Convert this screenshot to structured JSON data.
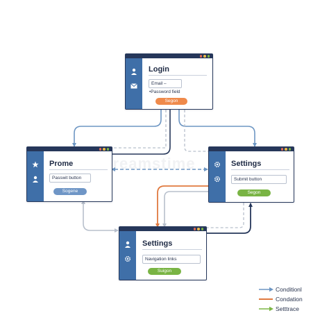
{
  "watermark": "dreamstime",
  "colors": {
    "navy": "#26375a",
    "sidebar": "#3f6fa8",
    "connector_blue": "#6d96c3",
    "connector_gray": "#b8c0cc",
    "connector_orange": "#e0793f",
    "connector_green": "#7bb544",
    "button_orange": "#ef8a4b",
    "button_blue": "#6f96c6",
    "button_green": "#79b444",
    "dot_red": "#e06b55",
    "dot_yellow": "#e9b949",
    "dot_green": "#7bb544"
  },
  "windows": [
    {
      "key": "login",
      "title": "Login",
      "icons": [
        "user-icon",
        "mail-icon"
      ],
      "fields": [
        {
          "label": "Email –",
          "boxed": true
        },
        {
          "label": "•Password field",
          "boxed": false
        }
      ],
      "button": {
        "label": "Segon",
        "color": "#ef8a4b"
      }
    },
    {
      "key": "prome",
      "title": "Prome",
      "icons": [
        "star-icon",
        "user-icon"
      ],
      "fields": [
        {
          "label": "Passwit button",
          "boxed": true
        }
      ],
      "button": {
        "label": "Sogene",
        "color": "#6f96c6"
      }
    },
    {
      "key": "settings-right",
      "title": "Settings",
      "icons": [
        "gear-icon",
        "gear-icon"
      ],
      "fields": [
        {
          "label": "Submit button",
          "boxed": true
        }
      ],
      "button": {
        "label": "Segon",
        "color": "#79b444"
      }
    },
    {
      "key": "settings-bottom",
      "title": "Settings",
      "icons": [
        "user-icon",
        "gear-icon"
      ],
      "fields": [
        {
          "label": "Navigation links",
          "boxed": true
        }
      ],
      "button": {
        "label": "Suigon",
        "color": "#79b444"
      }
    }
  ],
  "legend": [
    {
      "label": "Conditionl",
      "color": "#6d96c3"
    },
    {
      "label": "Condation",
      "color": "#e0793f"
    },
    {
      "label": "Setttrace",
      "color": "#7bb544"
    }
  ]
}
